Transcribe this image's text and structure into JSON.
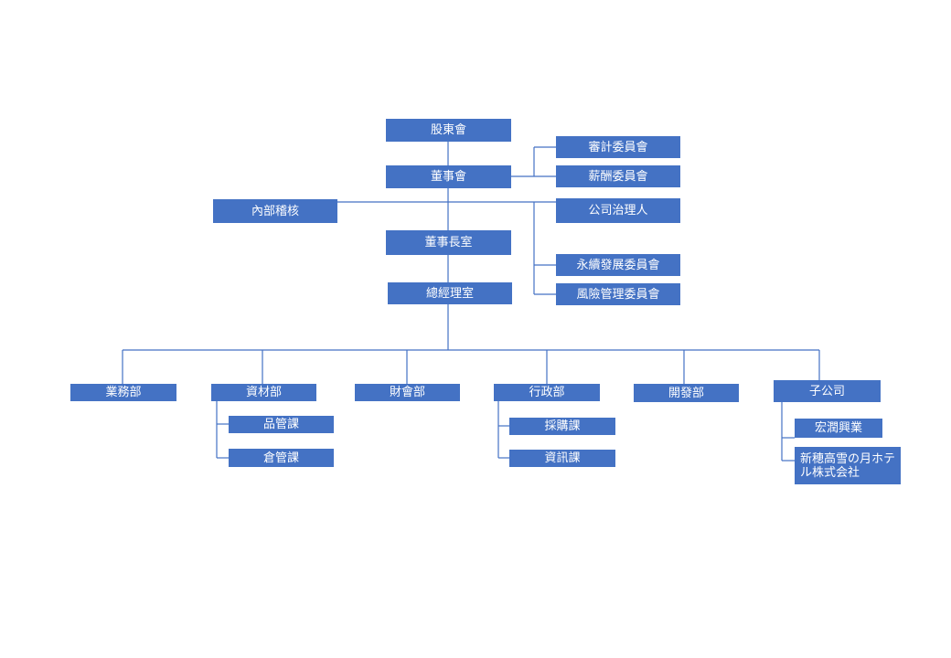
{
  "chart": {
    "shareholders": "股東會",
    "board": "董事會",
    "audit_committee": "審計委員會",
    "compensation_committee": "薪酬委員會",
    "internal_audit": "內部稽核",
    "governance_officer": "公司治理人",
    "chairman_office": "董事長室",
    "sustainability_committee": "永續發展委員會",
    "risk_committee": "風險管理委員會",
    "president_office": "總經理室",
    "departments": {
      "sales": "業務部",
      "materials": "資材部",
      "finance": "財會部",
      "administration": "行政部",
      "development": "開發部",
      "subsidiaries": "子公司"
    },
    "materials_units": {
      "quality": "品管課",
      "warehouse": "倉管課"
    },
    "administration_units": {
      "procurement": "採購課",
      "information": "資訊課"
    },
    "subsidiary_units": {
      "first": "宏潤興業",
      "second": "新穂高雪の月ホテル株式会社"
    }
  },
  "colors": {
    "box_fill": "#4472c4",
    "box_text": "#ffffff",
    "connector": "#4472c4"
  }
}
